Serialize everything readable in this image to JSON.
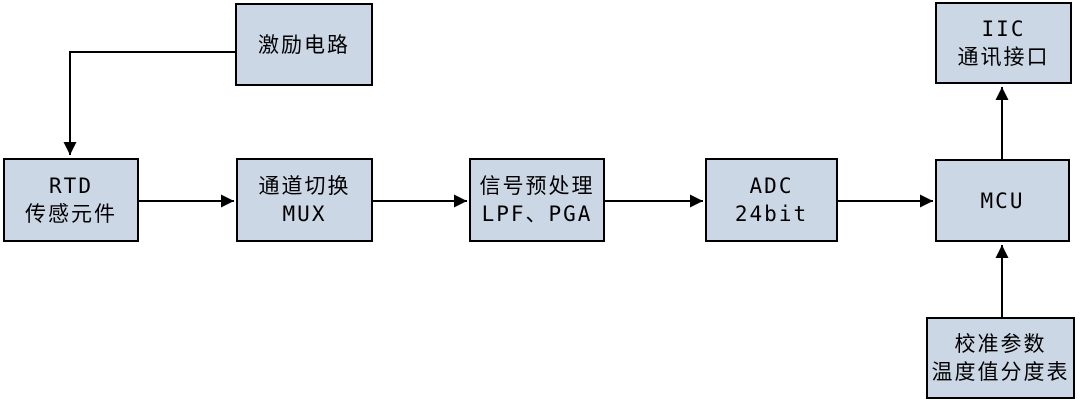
{
  "diagram": {
    "title": "RTD temperature acquisition system block diagram",
    "colors": {
      "background": "#ffffff",
      "node_fill": "#ccd7e6",
      "node_border": "#000000",
      "arrow_color": "#000000",
      "text_color": "#000000"
    },
    "nodes": {
      "excitation": {
        "lines": [
          "激励电路"
        ]
      },
      "rtd": {
        "lines": [
          "RTD",
          "传感元件"
        ]
      },
      "mux": {
        "lines": [
          "通道切换",
          "MUX"
        ]
      },
      "preprocess": {
        "lines": [
          "信号预处理",
          "LPF、PGA"
        ]
      },
      "adc": {
        "lines": [
          "ADC",
          "24bit"
        ]
      },
      "mcu": {
        "lines": [
          "MCU"
        ]
      },
      "iic": {
        "lines": [
          "IIC",
          "通讯接口"
        ]
      },
      "calibration": {
        "lines": [
          "校准参数",
          "温度值分度表"
        ]
      }
    },
    "edges": [
      {
        "from": "excitation",
        "to": "rtd",
        "style": "elbow"
      },
      {
        "from": "rtd",
        "to": "mux",
        "style": "straight"
      },
      {
        "from": "mux",
        "to": "preprocess",
        "style": "straight"
      },
      {
        "from": "preprocess",
        "to": "adc",
        "style": "straight"
      },
      {
        "from": "adc",
        "to": "mcu",
        "style": "straight"
      },
      {
        "from": "mcu",
        "to": "iic",
        "style": "straight"
      },
      {
        "from": "calibration",
        "to": "mcu",
        "style": "straight"
      }
    ]
  }
}
